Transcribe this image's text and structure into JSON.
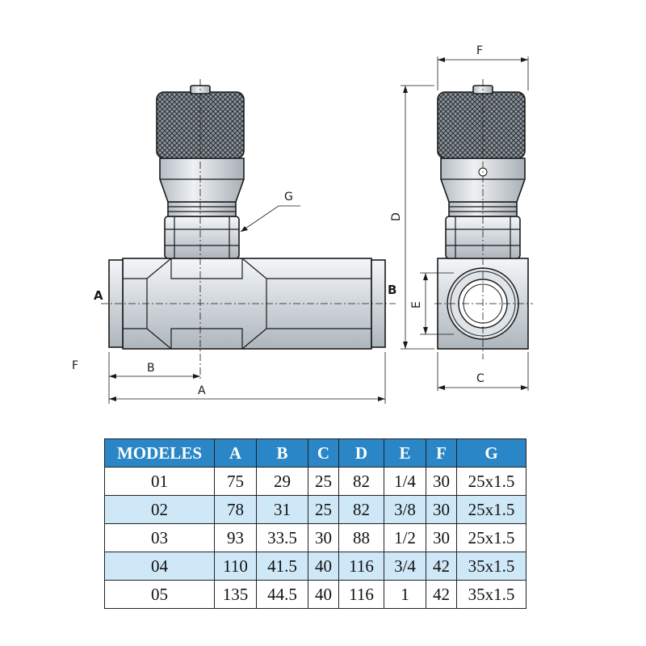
{
  "diagram": {
    "labels": {
      "side_a": "A",
      "side_b": "B",
      "dim_a": "A",
      "dim_b": "B",
      "dim_c": "C",
      "dim_d": "D",
      "dim_e": "E",
      "dim_f": "F",
      "dim_g": "G",
      "margin_mark": "F"
    }
  },
  "table": {
    "headers": [
      "MODELES",
      "A",
      "B",
      "C",
      "D",
      "E",
      "F",
      "G"
    ],
    "rows": [
      [
        "01",
        "75",
        "29",
        "25",
        "82",
        "1/4",
        "30",
        "25x1.5"
      ],
      [
        "02",
        "78",
        "31",
        "25",
        "82",
        "3/8",
        "30",
        "25x1.5"
      ],
      [
        "03",
        "93",
        "33.5",
        "30",
        "88",
        "1/2",
        "30",
        "25x1.5"
      ],
      [
        "04",
        "110",
        "41.5",
        "40",
        "116",
        "3/4",
        "42",
        "35x1.5"
      ],
      [
        "05",
        "135",
        "44.5",
        "40",
        "116",
        "1",
        "42",
        "35x1.5"
      ]
    ],
    "colors": {
      "header_bg": "#2a86c6",
      "header_text": "#ffffff",
      "alt_row_bg": "#cfe8f8"
    }
  }
}
